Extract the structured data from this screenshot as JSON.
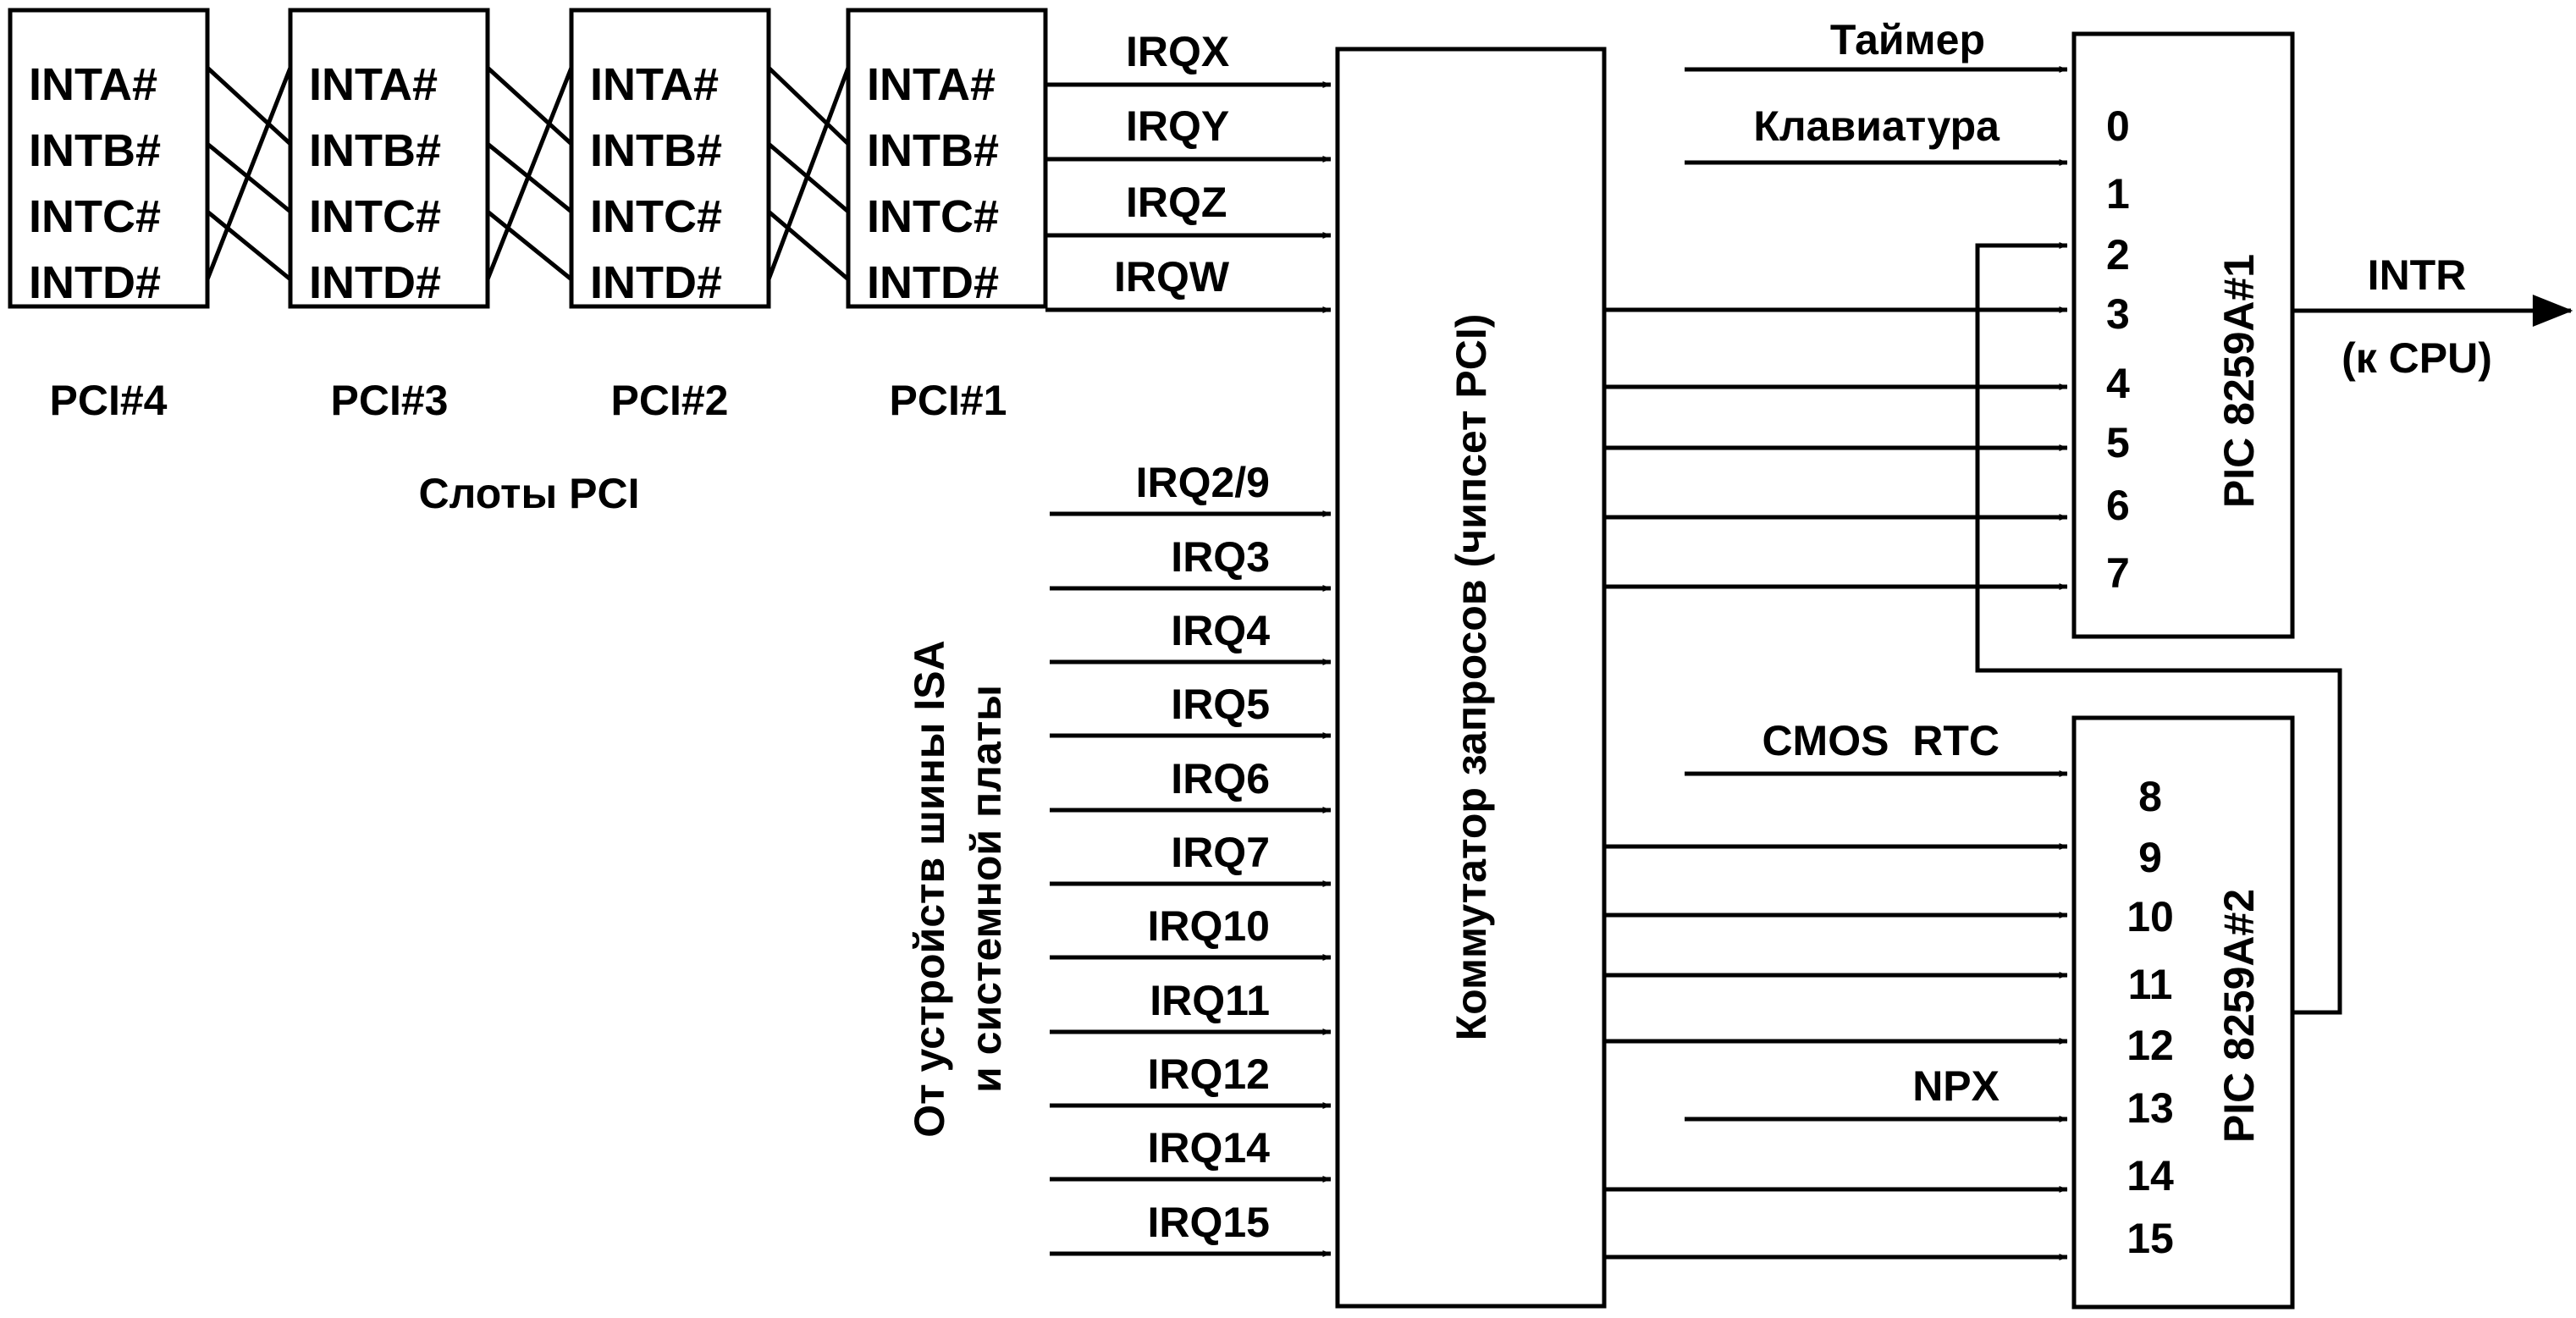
{
  "colors": {
    "ink": "#000000",
    "paper": "#ffffff"
  },
  "slots": {
    "pins": [
      "INTA#",
      "INTB#",
      "INTC#",
      "INTD#"
    ],
    "names": [
      "PCI#4",
      "PCI#3",
      "PCI#2",
      "PCI#1"
    ],
    "caption": "Слоты PCI"
  },
  "pci_irq": [
    "IRQX",
    "IRQY",
    "IRQZ",
    "IRQW"
  ],
  "isa": {
    "irqs": [
      "IRQ2/9",
      "IRQ3",
      "IRQ4",
      "IRQ5",
      "IRQ6",
      "IRQ7",
      "IRQ10",
      "IRQ11",
      "IRQ12",
      "IRQ14",
      "IRQ15"
    ],
    "caption_line1": "От устройств шины ISA",
    "caption_line2": "и системной платы"
  },
  "router": {
    "label": "Коммутатор запросов (чипсет PCI)"
  },
  "pic1": {
    "label": "PIC 8259A#1",
    "inputs": [
      "0",
      "1",
      "2",
      "3",
      "4",
      "5",
      "6",
      "7"
    ],
    "sources": [
      "Таймер",
      "Клавиатура"
    ]
  },
  "pic2": {
    "label": "PIC 8259A#2",
    "inputs": [
      "8",
      "9",
      "10",
      "11",
      "12",
      "13",
      "14",
      "15"
    ],
    "sources": [
      "CMOS  RTC",
      "NPX"
    ]
  },
  "output": {
    "signal": "INTR",
    "target": "(к CPU)"
  }
}
